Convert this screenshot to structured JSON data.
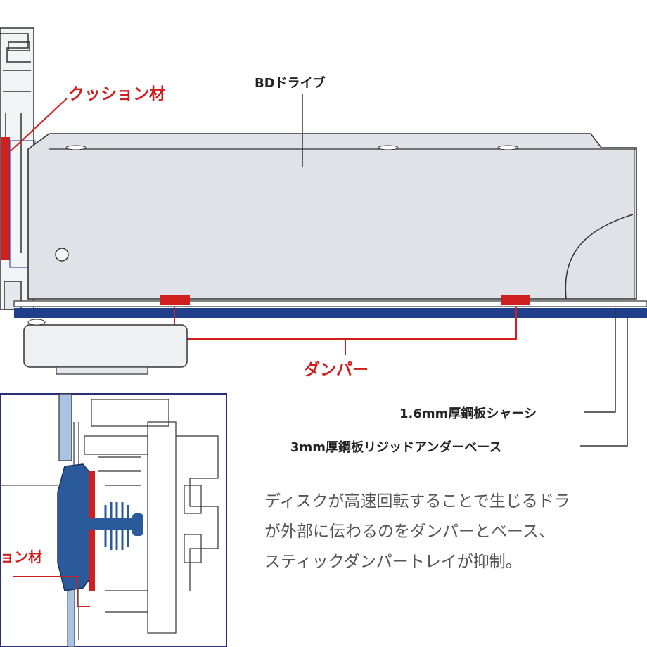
{
  "labels": {
    "bd_drive": "BDドライブ",
    "cushion_top": "クッション材",
    "damper": "ダンパー",
    "chassis": "1.6mm厚鋼板シャーシ",
    "under_base": "3mm厚鋼板リジッドアンダーベース",
    "cushion_inset": "ョン材"
  },
  "description": {
    "line1": "ディスクが高速回転することで生じるドラ",
    "line2": "が外部に伝わるのをダンパーとベース、",
    "line3": "スティックダンパートレイが抑制。"
  },
  "colors": {
    "accent_red": "#d01f1f",
    "drive_fill": "#dfe3e8",
    "base_blue": "#1f3f8a",
    "inset_blue": "#2a5a9a",
    "line_dark": "#333333"
  }
}
